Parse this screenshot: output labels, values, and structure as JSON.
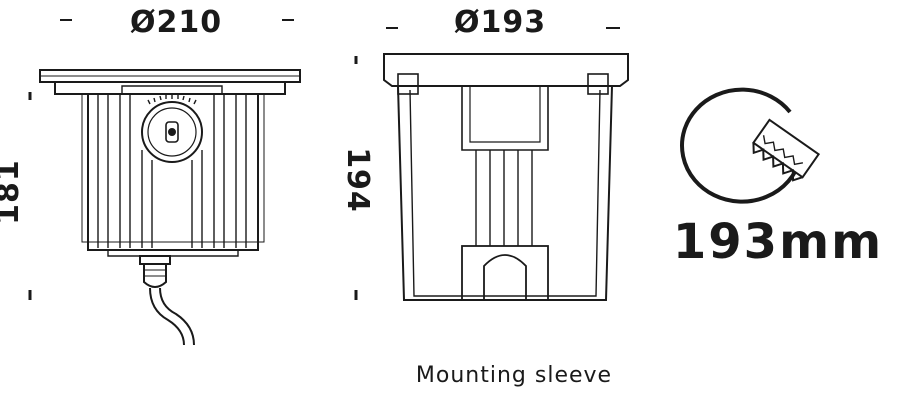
{
  "left_drawing": {
    "diameter_label": "Ø210",
    "height_label": "181"
  },
  "middle_drawing": {
    "diameter_label": "Ø193",
    "height_label": "194",
    "caption": "Mounting sleeve"
  },
  "cutout": {
    "size_label": "193mm",
    "icon": "circular-saw-cutout-icon"
  },
  "colors": {
    "line": "#1a1a1a",
    "background": "#ffffff"
  }
}
